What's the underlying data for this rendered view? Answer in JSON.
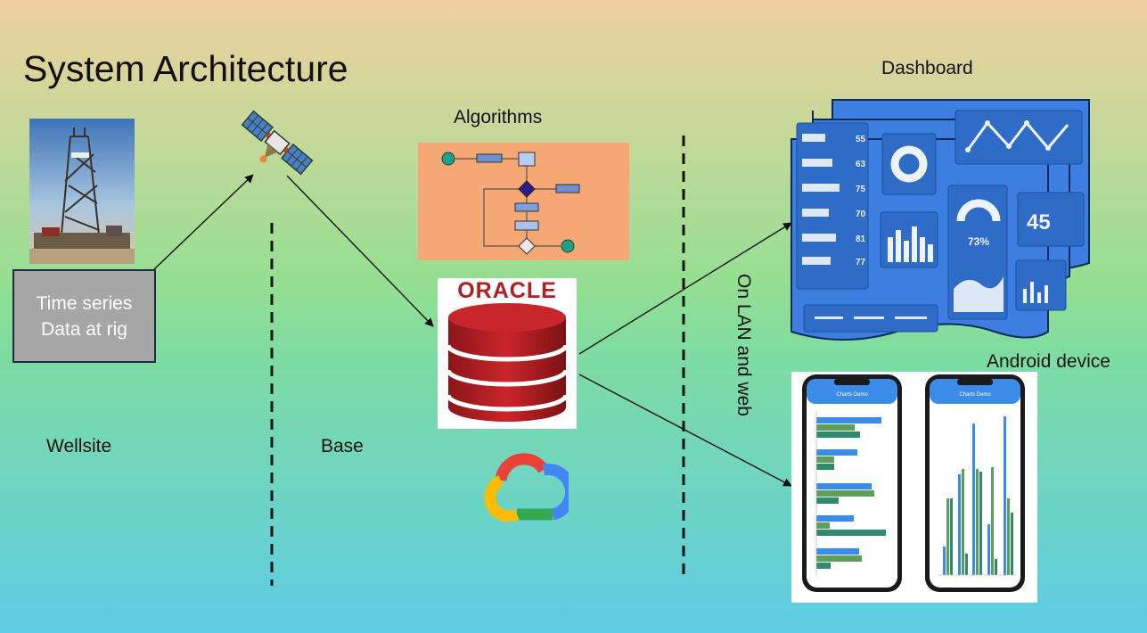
{
  "title": "System Architecture",
  "rig_box": {
    "line1": "Time series",
    "line2": "Data at rig"
  },
  "labels": {
    "wellsite": "Wellsite",
    "base": "Base",
    "algorithms": "Algorithms",
    "dashboard": "Dashboard",
    "android": "Android device",
    "network": "On LAN and web"
  },
  "oracle_logo": "ORACLE",
  "dashboard_values": [
    "55",
    "63",
    "75",
    "70",
    "81",
    "77"
  ],
  "dashboard_gauge": "73%",
  "dashboard_big_number": "45",
  "phone_title": "Charts Demo",
  "colors": {
    "dashboard_blue": "#3d7fe0",
    "oracle_red": "#b01e23",
    "algo_bg": "#f5a874"
  }
}
